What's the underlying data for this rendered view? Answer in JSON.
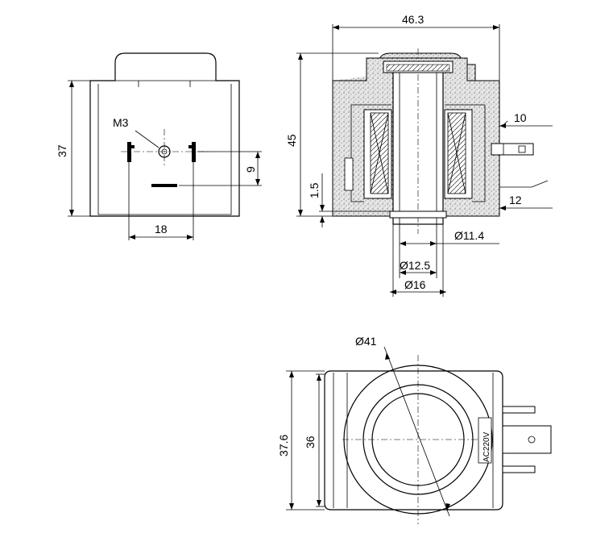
{
  "front_view": {
    "thread_label": "M3",
    "height_label": "37",
    "pin_spacing_label": "18",
    "pin_offset_label": "9"
  },
  "section_view": {
    "width_label": "46.3",
    "height_label": "45",
    "base_label": "1.5",
    "terminal_top_label": "10",
    "terminal_bottom_label": "12",
    "bore_label": "Ø11.4",
    "sleeve_label": "Ø12.5",
    "flange_label": "Ø16"
  },
  "top_view": {
    "diameter_label": "Ø41",
    "outer_height_label": "37.6",
    "inner_height_label": "36",
    "voltage_label": "AC220V"
  }
}
